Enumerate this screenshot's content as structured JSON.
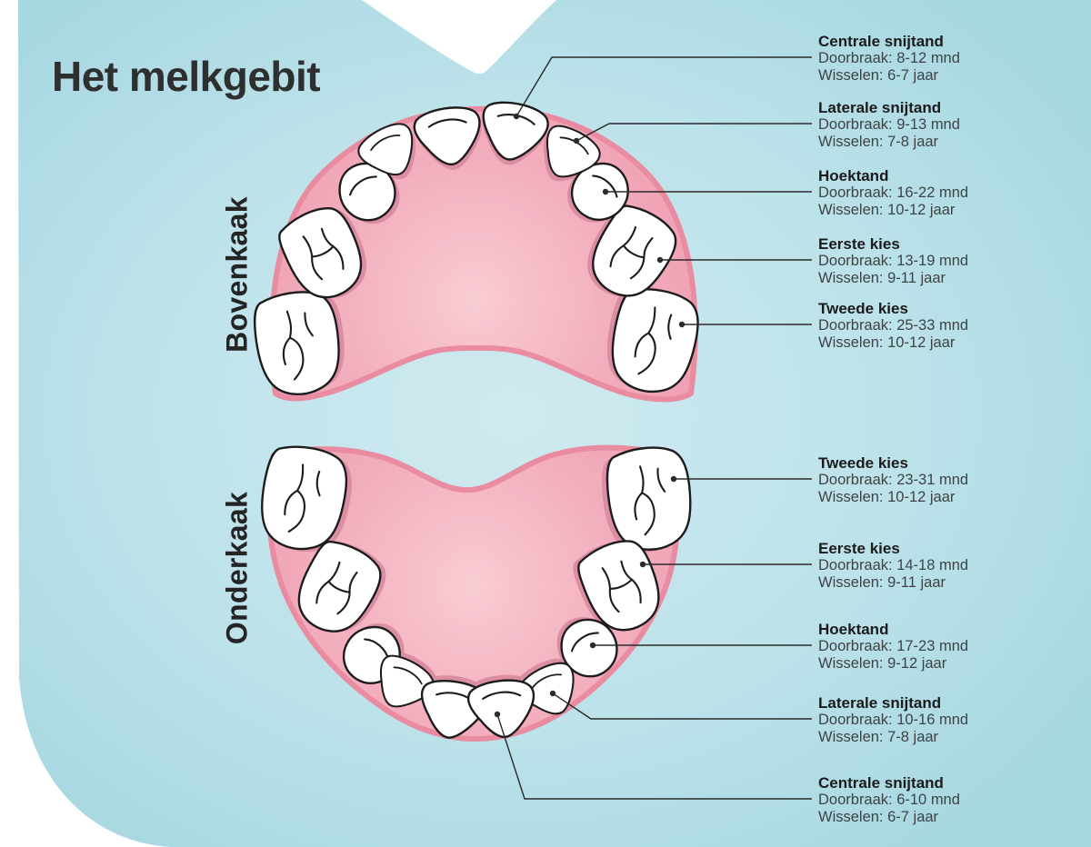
{
  "title": "Het melkgebit",
  "upper_jaw": {
    "label": "Bovenkaak",
    "teeth": [
      {
        "name": "Centrale snijtand",
        "doorbraak": "Doorbraak: 8-12 mnd",
        "wisselen": "Wisselen: 6-7 jaar"
      },
      {
        "name": "Laterale snijtand",
        "doorbraak": "Doorbraak: 9-13 mnd",
        "wisselen": "Wisselen: 7-8 jaar"
      },
      {
        "name": "Hoektand",
        "doorbraak": "Doorbraak: 16-22 mnd",
        "wisselen": "Wisselen: 10-12 jaar"
      },
      {
        "name": "Eerste kies",
        "doorbraak": "Doorbraak: 13-19 mnd",
        "wisselen": "Wisselen: 9-11 jaar"
      },
      {
        "name": "Tweede kies",
        "doorbraak": "Doorbraak: 25-33 mnd",
        "wisselen": "Wisselen: 10-12 jaar"
      }
    ]
  },
  "lower_jaw": {
    "label": "Onderkaak",
    "teeth": [
      {
        "name": "Tweede kies",
        "doorbraak": "Doorbraak: 23-31 mnd",
        "wisselen": "Wisselen: 10-12 jaar"
      },
      {
        "name": "Eerste kies",
        "doorbraak": "Doorbraak: 14-18 mnd",
        "wisselen": "Wisselen: 9-11 jaar"
      },
      {
        "name": "Hoektand",
        "doorbraak": "Doorbraak: 17-23 mnd",
        "wisselen": "Wisselen: 9-12 jaar"
      },
      {
        "name": "Laterale snijtand",
        "doorbraak": "Doorbraak: 10-16 mnd",
        "wisselen": "Wisselen: 7-8 jaar"
      },
      {
        "name": "Centrale snijtand",
        "doorbraak": "Doorbraak: 6-10 mnd",
        "wisselen": "Wisselen: 6-7 jaar"
      }
    ]
  },
  "colors": {
    "background_blob": "#a8d8e2",
    "background_highlight": "#cfeaf0",
    "gum": "#f0a5b6",
    "gum_rim": "#e98ca1",
    "tooth_shadow": "#db8da2",
    "tooth": "#ffffff",
    "outline": "#1c1c1c",
    "text": "#2e302f"
  }
}
